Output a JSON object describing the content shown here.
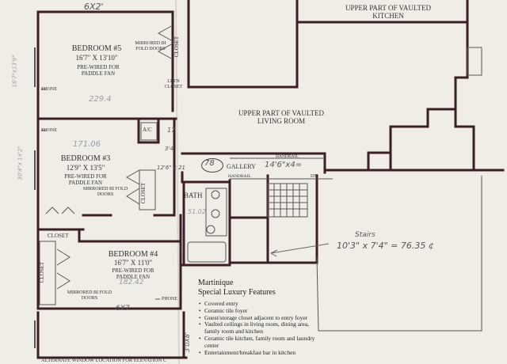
{
  "rooms": {
    "bedroom5": {
      "name": "BEDROOM #5",
      "size": "16'7\" X 13'10\"",
      "note": "PRE-WIRED FOR PADDLE FAN"
    },
    "bedroom3": {
      "name": "BEDROOM #3",
      "size": "12'9\" X 13'5\"",
      "note": "PRE-WIRED FOR PADDLE FAN"
    },
    "bedroom4": {
      "name": "BEDROOM #4",
      "size": "16'7\" X 11'0\"",
      "note": "PRE-WIRED FOR PADDLE FAN"
    },
    "upper_kitchen": "UPPER PART OF VAULTED KITCHEN",
    "upper_living": "UPPER PART OF VAULTED LIVING ROOM",
    "bath": "BATH",
    "gallery": "GALLERY",
    "closet": "CLOSET",
    "linen_closet": "LIN'N CLOSET",
    "ac": "A/C"
  },
  "labels": {
    "mirrored_bifold": "MIRRORED BI FOLD DOORS",
    "phone": "PHONE",
    "handrail": "HANDRAIL",
    "dn": "DN",
    "alt_window": "ALTERNATE WINDOW LOCATION FOR ELEVATION C"
  },
  "handwritten": {
    "top_dim": "6X2'",
    "b5_area": "229.4",
    "b3_area": "171.06",
    "b4_area": "182.42",
    "bath_area": "51.02",
    "gallery_oval": "78",
    "gallery_dim": "14'6\"x4=",
    "stairs_title": "Stairs",
    "stairs_calc": "10'3\" x 7'4\" = 76.35 ¢",
    "left_dim_top": "16'7\"x13'9\"",
    "left_dim_mid": "30'4\"x 14'2\"",
    "bottom_dim": "6X7",
    "side_dim": "3'0X8'",
    "sm_dim1": "17",
    "sm_dim2": "3'4",
    "sm_dim3": "12'6\" x 21"
  },
  "features": {
    "title_line1": "Martinique",
    "title_line2": "Special Luxury Features",
    "items": [
      "Covered entry",
      "Ceramic tile foyer",
      "Guest/storage closet adjacent to entry foyer",
      "Vaulted ceilings in living room, dining area, family room and kitchen",
      "Ceramic tile kitchen, family room and laundry center",
      "Entertainment/breakfast bar in kitchen"
    ]
  }
}
